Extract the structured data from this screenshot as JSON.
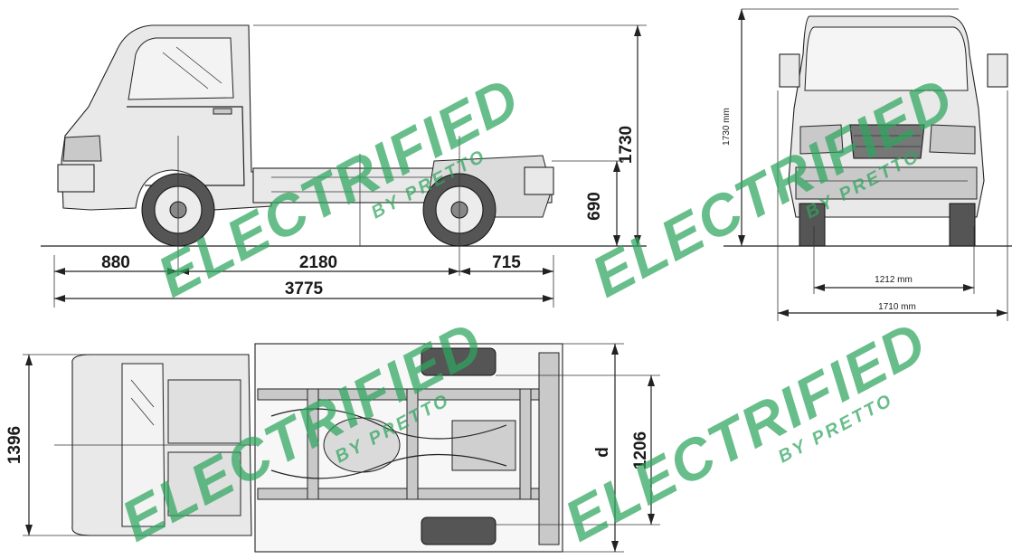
{
  "side_view": {
    "dim_front_overhang": "880",
    "dim_wheelbase": "2180",
    "dim_rear_overhang": "715",
    "dim_total_length": "3775",
    "dim_height": "1730",
    "dim_frame_height": "690"
  },
  "front_view": {
    "dim_height": "1730 mm",
    "dim_track": "1212 mm",
    "dim_width": "1710 mm"
  },
  "top_view": {
    "dim_width": "1396",
    "dim_rear_track": "1206",
    "dim_label_d": "d"
  },
  "watermark": {
    "main": "ELECTRIFIED",
    "sub": "BY PRETTO",
    "color": "#2fa65e"
  },
  "colors": {
    "line": "#222222",
    "background": "#ffffff"
  }
}
